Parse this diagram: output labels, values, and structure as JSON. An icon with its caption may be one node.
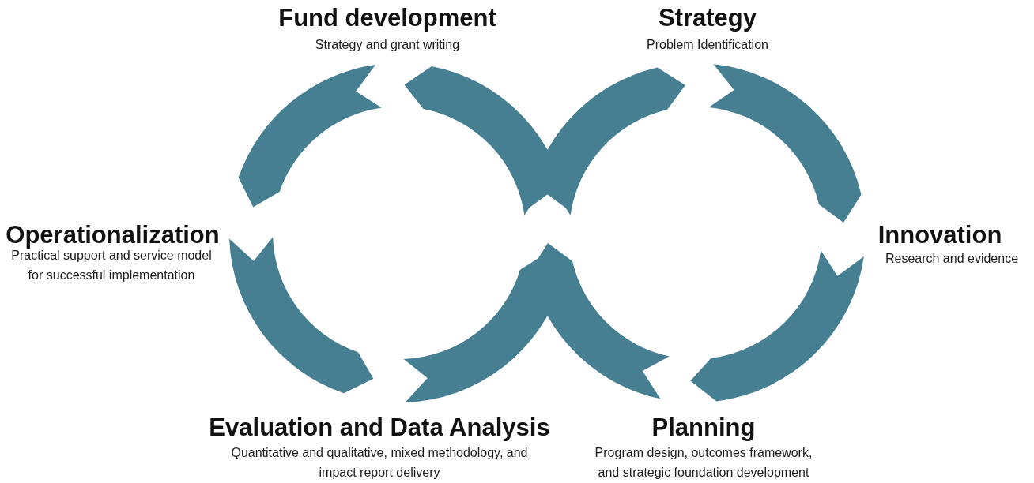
{
  "diagram": {
    "labels": [
      "Fund development",
      "Strategy and grant writing",
      "Strategy",
      "Problem Identification",
      "Operationalization",
      "Practical support and service model for successful implementation",
      "Innovation",
      "Research and evidence",
      "Evaluation and Data Analysis",
      "Quantitative and qualitative, mixed methodology, and impact report delivery",
      "Planning",
      "Program design, outcomes framework, and strategic foundation development"
    ]
  }
}
